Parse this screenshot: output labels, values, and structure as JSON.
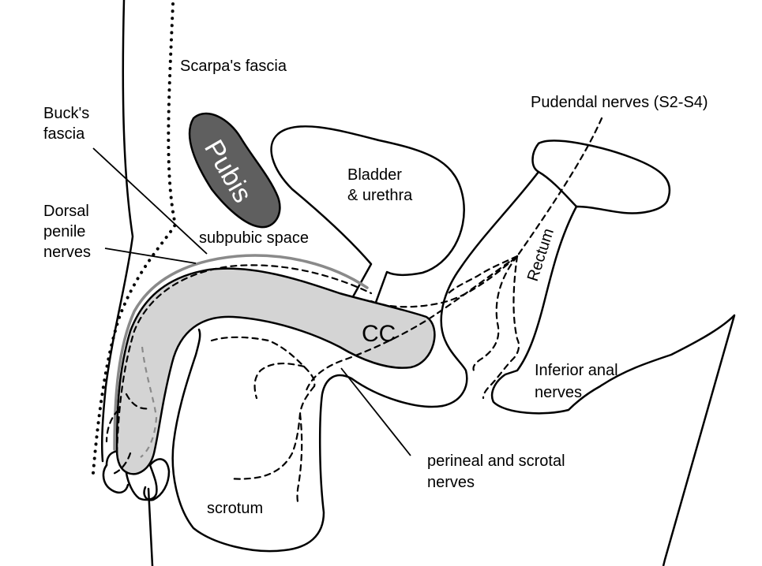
{
  "diagram": {
    "colors": {
      "pubis": "#5f5f5f",
      "corpus": "#d4d4d4",
      "bucks_fascia": "#8a8a8a",
      "line": "#000000"
    },
    "labels": {
      "scarpas_fascia": "Scarpa's fascia",
      "bucks_fascia_1": "Buck's",
      "bucks_fascia_2": "fascia",
      "pudendal_nerves": "Pudendal nerves (S2-S4)",
      "pubis": "Pubis",
      "bladder_1": "Bladder",
      "bladder_2": "& urethra",
      "dorsal_1": "Dorsal",
      "dorsal_2": "penile",
      "dorsal_3": "nerves",
      "subpubic_space": "subpubic space",
      "rectum": "Rectum",
      "cc": "CC",
      "inferior_anal_1": "Inferior anal",
      "inferior_anal_2": "nerves",
      "perineal_1": "perineal and scrotal",
      "perineal_2": "nerves",
      "scrotum": "scrotum"
    }
  }
}
